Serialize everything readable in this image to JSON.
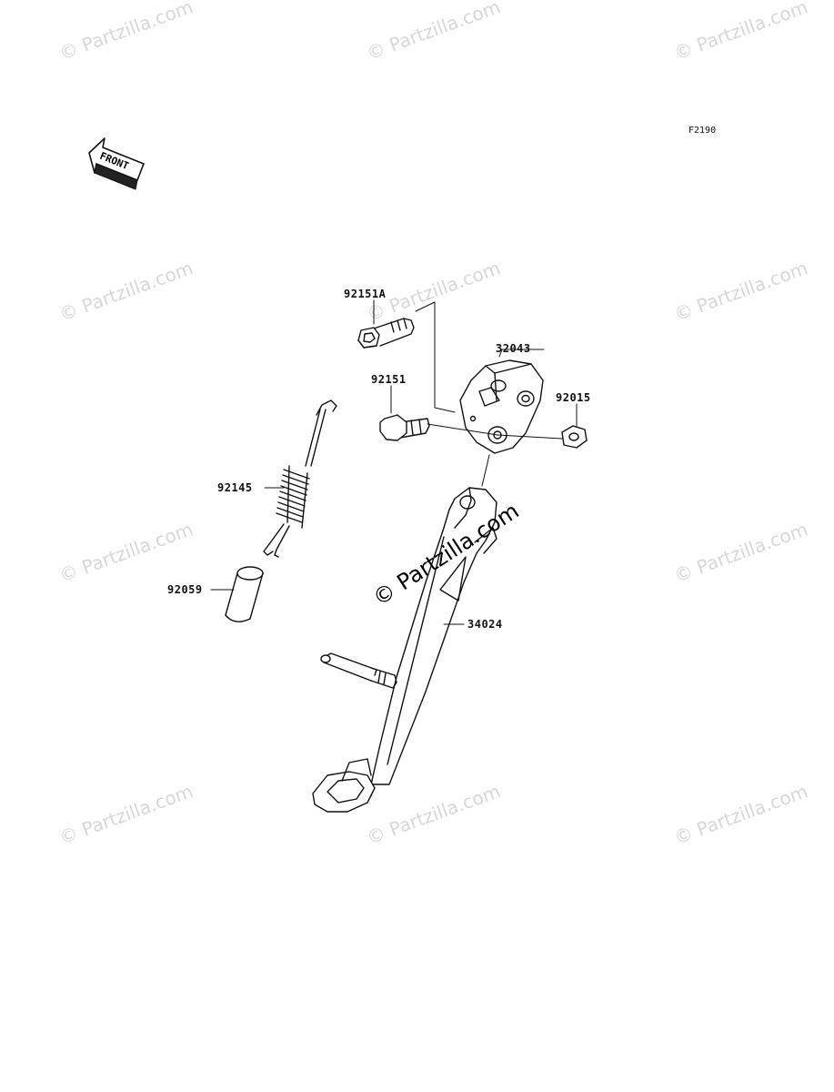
{
  "figure_code": "F2190",
  "front_arrow_label": "FRONT",
  "watermark": "© Partzilla.com",
  "watermark_center": "© Partzilla.com",
  "parts": [
    {
      "number": "92151A",
      "name": "bolt-flanged"
    },
    {
      "number": "32043",
      "name": "side-stand-bracket"
    },
    {
      "number": "92151",
      "name": "bolt"
    },
    {
      "number": "92015",
      "name": "nut"
    },
    {
      "number": "92145",
      "name": "spring"
    },
    {
      "number": "92059",
      "name": "collar"
    },
    {
      "number": "34024",
      "name": "side-stand"
    }
  ]
}
